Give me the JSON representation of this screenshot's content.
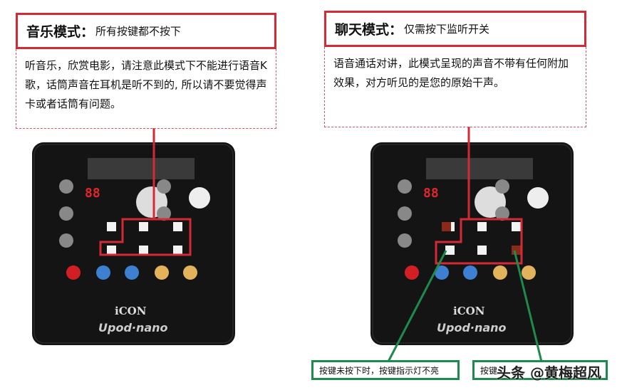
{
  "left": {
    "title_bold": "音乐模式：",
    "title_rest": "所有按键都不按下",
    "desc": "听音乐，欣赏电影，请注意此模式下不能进行语音K歌，话筒声音在耳机是听不到的, 所以请不要觉得声卡或者话筒有问题。"
  },
  "right": {
    "title_bold": "聊天模式：",
    "title_rest": "仅需按下监听开关",
    "desc": "语音通话对讲，此模式呈现的声音不带有任何附加效果，对方听见的是您的原始干声。"
  },
  "device": {
    "display": "88",
    "brand": "iCON",
    "model": "Upod·nano"
  },
  "callouts": {
    "off": "按键未按下时，按键指示灯不亮",
    "on": "按键"
  },
  "watermark": "头条 @黄梅超风",
  "colors": {
    "red": "#d42a35",
    "green": "#1e8a4c"
  }
}
